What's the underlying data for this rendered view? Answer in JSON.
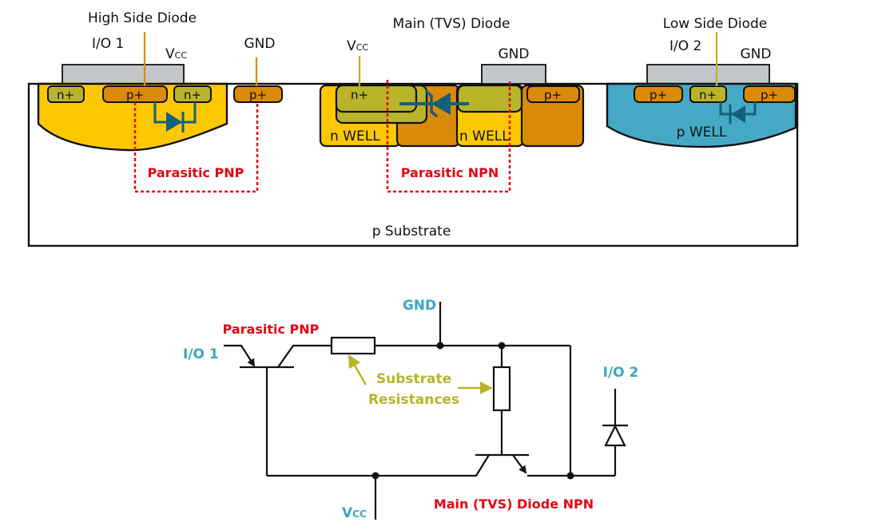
{
  "colors": {
    "n_plus": "#b9b42a",
    "p_plus": "#db8a07",
    "n_well": "#fdc800",
    "p_well": "#45a9c6",
    "metal": "#c3c7ca",
    "diode": "#15607a",
    "parasitic": "#e30613",
    "circuit_label": "#3aa6c4",
    "resistance_label": "#b8b42a"
  },
  "cross_section": {
    "high_side": {
      "title": "High Side Diode",
      "io_label": "I/O 1",
      "vcc_label": "V",
      "vcc_sub": "CC",
      "gnd_label": "GND",
      "regions": [
        "n+",
        "p+",
        "n+",
        "p+"
      ]
    },
    "main": {
      "title": "Main (TVS) Diode",
      "vcc_label": "V",
      "vcc_sub": "CC",
      "gnd_label": "GND",
      "regions": [
        "n+",
        "p+"
      ],
      "wells": [
        "n WELL",
        "n WELL"
      ]
    },
    "low_side": {
      "title": "Low Side Diode",
      "io_label": "I/O 2",
      "gnd_label": "GND",
      "regions": [
        "p+",
        "n+",
        "p+"
      ],
      "well": "p WELL"
    },
    "parasitic_pnp": "Parasitic PNP",
    "parasitic_npn": "Parasitic NPN",
    "substrate": "p Substrate"
  },
  "circuit": {
    "gnd_label": "GND",
    "io1_label": "I/O 1",
    "io2_label": "I/O 2",
    "vcc_label": "V",
    "vcc_sub": "CC",
    "pnp_label": "Parasitic PNP",
    "npn_label": "Main (TVS) Diode NPN",
    "resistance_line1": "Substrate",
    "resistance_line2": "Resistances"
  }
}
